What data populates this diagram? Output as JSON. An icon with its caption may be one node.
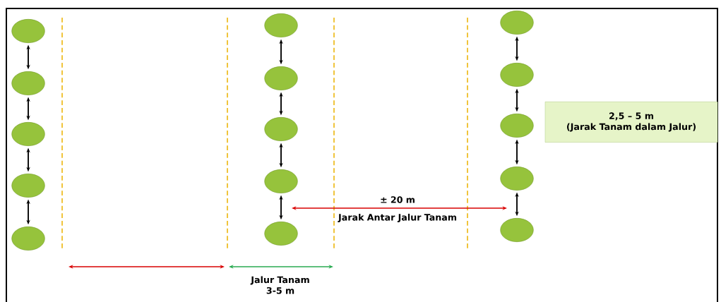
{
  "diagram": {
    "nodes": [
      {
        "text": [],
        "shape": "circle"
      },
      {
        "text": [],
        "shape": "circle"
      },
      {
        "text": [],
        "shape": "circle"
      },
      {
        "text": [],
        "shape": "circle"
      },
      {
        "text": [],
        "shape": "circle"
      },
      {
        "text": [],
        "shape": "circle"
      },
      {
        "text": [],
        "shape": "circle"
      },
      {
        "text": [],
        "shape": "circle"
      },
      {
        "text": [],
        "shape": "circle"
      },
      {
        "text": [],
        "shape": "circle"
      },
      {
        "text": [],
        "shape": "circle"
      },
      {
        "text": [],
        "shape": "circle"
      },
      {
        "text": [],
        "shape": "circle"
      },
      {
        "text": [],
        "shape": "circle"
      },
      {
        "text": [],
        "shape": "circle"
      },
      {
        "text": [
          "2,5 – 5 m",
          "(Jarak Tanam dalam Jalur)"
        ]
      }
    ],
    "edges": [
      {
        "from": 0,
        "to": 1,
        "arrow": "both"
      },
      {
        "from": 1,
        "to": 2,
        "arrow": "both"
      },
      {
        "from": 2,
        "to": 3,
        "arrow": "both"
      },
      {
        "from": 3,
        "to": 4,
        "arrow": "both"
      },
      {
        "from": 5,
        "to": 6,
        "arrow": "both"
      },
      {
        "from": 6,
        "to": 7,
        "arrow": "both"
      },
      {
        "from": 7,
        "to": 8,
        "arrow": "both"
      },
      {
        "from": 8,
        "to": 9,
        "arrow": "both"
      },
      {
        "from": 10,
        "to": 11,
        "arrow": "both"
      },
      {
        "from": 11,
        "to": 12,
        "arrow": "both"
      },
      {
        "from": 12,
        "to": 13,
        "arrow": "both"
      },
      {
        "from": 13,
        "to": 14,
        "arrow": "both"
      }
    ],
    "labels": [
      "± 20 m",
      "Jarak Antar Jalur Tanam",
      "Jalur Tanam 3-5 m"
    ]
  }
}
